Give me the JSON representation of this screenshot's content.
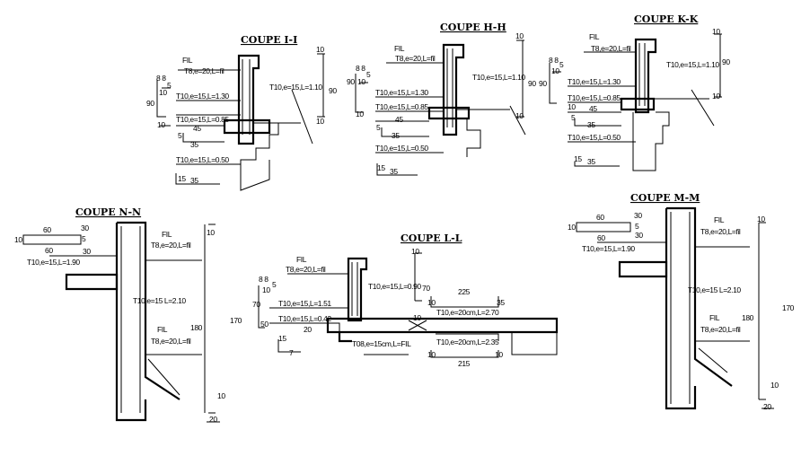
{
  "sections": {
    "ii": {
      "title": "COUPE  I-I",
      "labels": [
        "FIL",
        "T8,e=20,L=fil",
        "8 8",
        "5",
        "10",
        "90",
        "T10,e=15,L=1.30",
        "T10,e=15,L=0.85",
        "10",
        "45",
        "5",
        "35",
        "T10,e=15,L=0.50",
        "15",
        "35",
        "T10,e=15,L=1.10",
        "10",
        "90",
        "10"
      ]
    },
    "hh": {
      "title": "COUPE  H-H",
      "labels": [
        "FIL",
        "T8,e=20,L=fil",
        "8 8",
        "5",
        "10",
        "90",
        "T10,e=15,L=1.30",
        "T10,e=15,L=0.85",
        "10",
        "45",
        "5",
        "35",
        "T10,e=15,L=0.50",
        "15",
        "35",
        "T10,e=15,L=1.10",
        "10",
        "90",
        "10"
      ]
    },
    "kk": {
      "title": "COUPE  K-K",
      "labels": [
        "FIL",
        "T8,e=20,L=fil",
        "8 8",
        "5",
        "10",
        "90",
        "T10,e=15,L=1.30",
        "T10,e=15,L=0.85",
        "10",
        "45",
        "5",
        "35",
        "T10,e=15,L=0.50",
        "15",
        "35",
        "T10,e=15,L=1.10",
        "10",
        "90",
        "10"
      ]
    },
    "nn": {
      "title": "COUPE  N-N",
      "labels": [
        "60",
        "30",
        "10",
        "5",
        "60",
        "30",
        "T10,e=15,L=1.90",
        "FIL",
        "T8,e=20,L=fil",
        "T10,e=15 L=2.10",
        "FIL",
        "T8,e=20,L=fil",
        "180",
        "10",
        "170",
        "10",
        "20"
      ]
    },
    "ll": {
      "title": "COUPE  L-L",
      "labels": [
        "FIL",
        "T8,e=20,L=fil",
        "8 8",
        "5",
        "10",
        "70",
        "50",
        "T10,e=15,L=1.51",
        "T10,e=15,L=0.42",
        "20",
        "15",
        "7",
        "T08,e=15cm,L=FIL",
        "10",
        "T10,e=15,L=0.90",
        "70",
        "225",
        "10",
        "35",
        "T10,e=20cm,L=2.70",
        "10",
        "T10,e=20cm,L=2.35",
        "10",
        "10",
        "215"
      ]
    },
    "mm": {
      "title": "COUPE  M-M",
      "labels": [
        "60",
        "30",
        "10",
        "5",
        "60",
        "30",
        "T10,e=15,L=1.90",
        "FIL",
        "T8,e=20,L=fil",
        "T10,e=15 L=2.10",
        "FIL",
        "T8,e=20,L=fil",
        "180",
        "10",
        "170",
        "10",
        "20"
      ]
    }
  }
}
